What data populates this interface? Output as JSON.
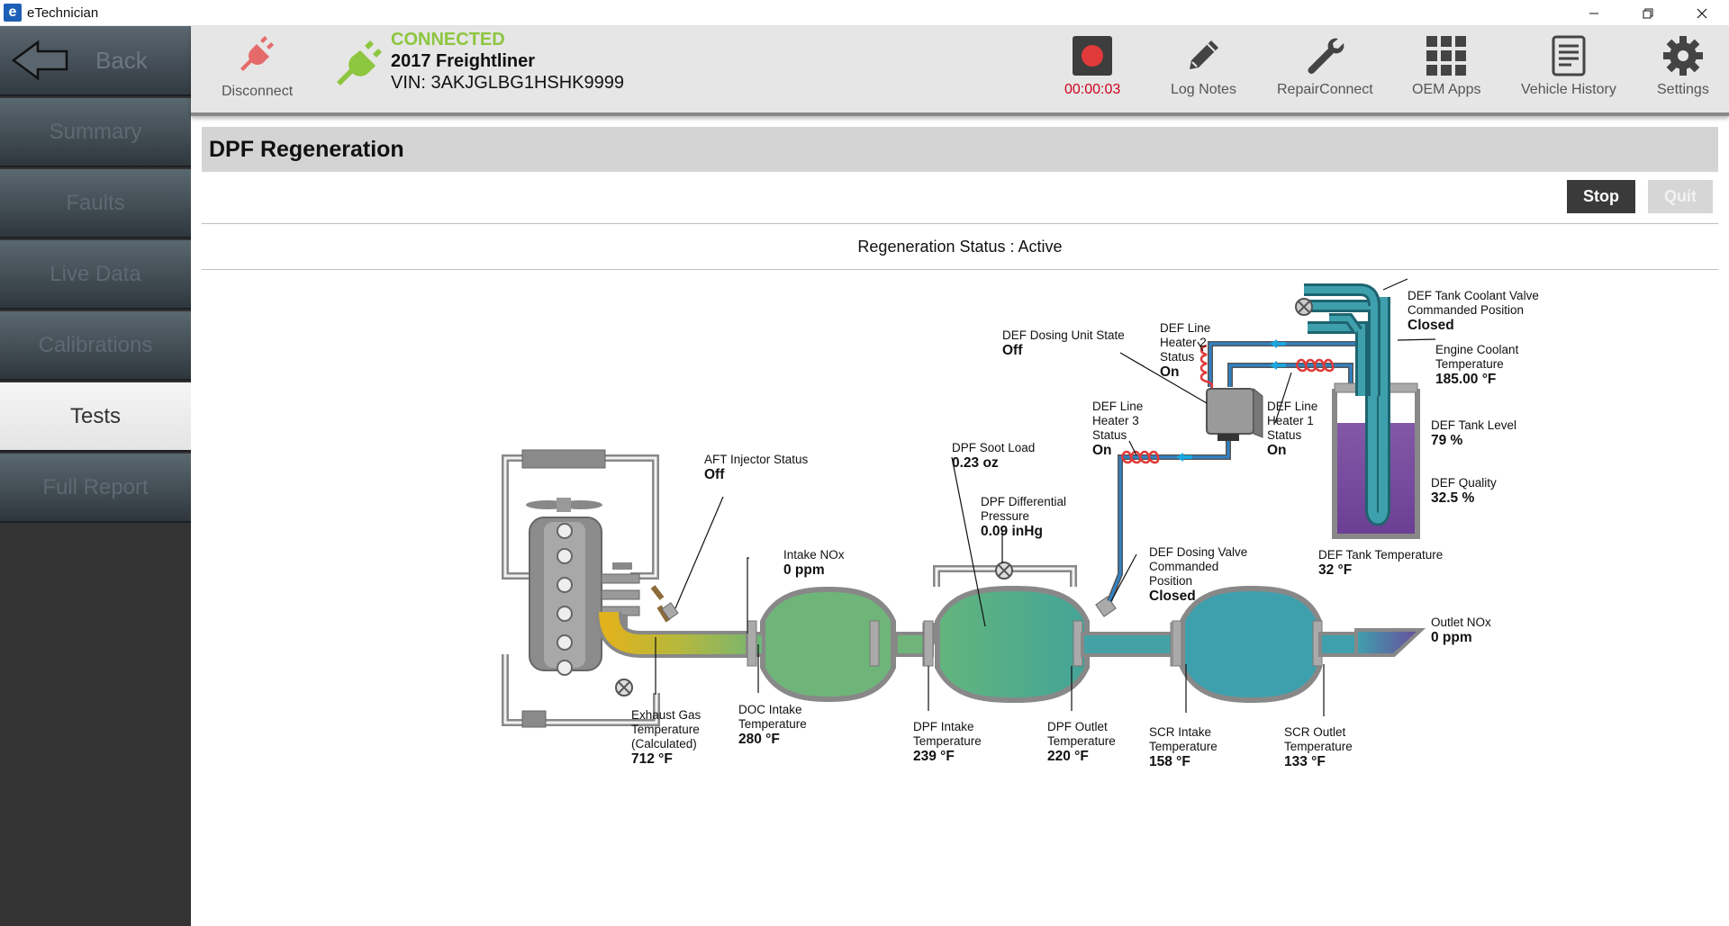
{
  "window": {
    "title": "eTechnician",
    "app_icon_letter": "e"
  },
  "sidebar": {
    "back_label": "Back",
    "items": [
      {
        "label": "Summary",
        "active": false
      },
      {
        "label": "Faults",
        "active": false
      },
      {
        "label": "Live Data",
        "active": false
      },
      {
        "label": "Calibrations",
        "active": false
      },
      {
        "label": "Tests",
        "active": true
      },
      {
        "label": "Full Report",
        "active": false
      }
    ]
  },
  "header": {
    "disconnect_label": "Disconnect",
    "connection_status": "CONNECTED",
    "vehicle": "2017 Freightliner",
    "vin": "VIN: 3AKJGLBG1HSHK9999",
    "recording_timer": "00:00:03",
    "log_notes_label": "Log Notes",
    "repair_connect_label": "RepairConnect",
    "oem_apps_label": "OEM Apps",
    "vehicle_history_label": "Vehicle History",
    "settings_label": "Settings",
    "colors": {
      "connected": "#8dc63f",
      "timer": "#d0021b",
      "record": "#e03a3a"
    }
  },
  "test": {
    "title": "DPF Regeneration",
    "stop_label": "Stop",
    "quit_label": "Quit",
    "regeneration_status": "Regeneration Status : Active"
  },
  "diagram": {
    "aft_injector": {
      "label": "AFT Injector Status",
      "value": "Off"
    },
    "intake_nox": {
      "label": "Intake NOx",
      "value": "0 ppm"
    },
    "exhaust_gas_temp": {
      "label": "Exhaust Gas\nTemperature\n(Calculated)",
      "value": "712 °F"
    },
    "doc_intake_temp": {
      "label": "DOC Intake\nTemperature",
      "value": "280 °F"
    },
    "dpf_soot_load": {
      "label": "DPF Soot Load",
      "value": "0.23 oz"
    },
    "dpf_diff_pressure": {
      "label": "DPF Differential\nPressure",
      "value": "0.09 inHg"
    },
    "dpf_intake_temp": {
      "label": "DPF Intake\nTemperature",
      "value": "239 °F"
    },
    "dpf_outlet_temp": {
      "label": "DPF Outlet\nTemperature",
      "value": "220 °F"
    },
    "def_dosing_valve": {
      "label": "DEF Dosing Valve\nCommanded\nPosition",
      "value": "Closed"
    },
    "scr_intake_temp": {
      "label": "SCR Intake\nTemperature",
      "value": "158 °F"
    },
    "scr_outlet_temp": {
      "label": "SCR Outlet\nTemperature",
      "value": "133 °F"
    },
    "outlet_nox": {
      "label": "Outlet NOx",
      "value": "0 ppm"
    },
    "def_dosing_unit": {
      "label": "DEF Dosing Unit State",
      "value": "Off"
    },
    "def_line_heater_3": {
      "label": "DEF Line\nHeater 3\nStatus",
      "value": "On"
    },
    "def_line_heater_2": {
      "label": "DEF Line\nHeater 2\nStatus",
      "value": "On"
    },
    "def_line_heater_1": {
      "label": "DEF Line\nHeater 1\nStatus",
      "value": "On"
    },
    "def_tank_coolant_valve": {
      "label": "DEF Tank Coolant Valve\nCommanded Position",
      "value": "Closed"
    },
    "engine_coolant_temp": {
      "label": "Engine Coolant\nTemperature",
      "value": "185.00 °F"
    },
    "def_tank_level": {
      "label": "DEF Tank Level",
      "value": "79 %"
    },
    "def_quality": {
      "label": "DEF Quality",
      "value": "32.5 %"
    },
    "def_tank_temp": {
      "label": "DEF Tank Temperature",
      "value": "32 °F"
    },
    "colors": {
      "exhaust_hot": "#e0b21e",
      "pipe_mid": "#6fb87a",
      "pipe_cool": "#3fa0ad",
      "def_fluid": "#7b4a9c",
      "heater": "#e03a3a",
      "flow_arrow": "#19a7e0"
    }
  }
}
